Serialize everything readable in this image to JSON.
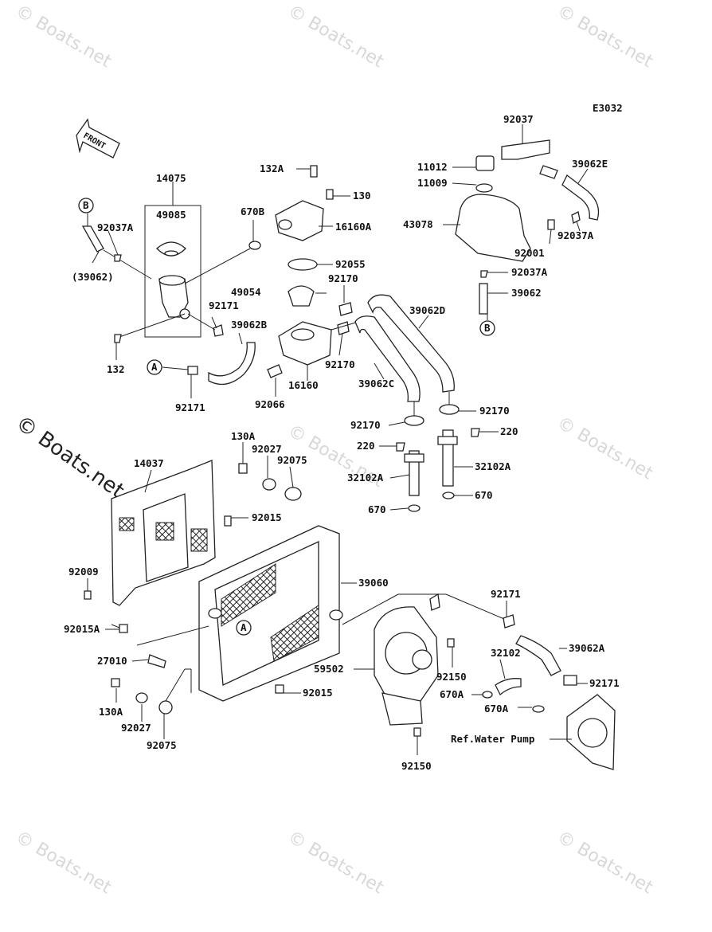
{
  "diagram_code": "E3032",
  "front_label": "FRONT",
  "watermark": "© Boats.net",
  "circle_markers": {
    "a": "A",
    "b": "B"
  },
  "parts": {
    "p14075": "14075",
    "p49085": "49085",
    "p670b": "670B",
    "p132a": "132A",
    "p130": "130",
    "p16160a": "16160A",
    "p92055": "92055",
    "p92037a_1": "92037A",
    "p39062_paren": "(39062)",
    "p49054": "49054",
    "p92170_1": "92170",
    "p92171_1": "92171",
    "p39062b": "39062B",
    "p132": "132",
    "p92171_2": "92171",
    "p92066": "92066",
    "p16160": "16160",
    "p92170_2": "92170",
    "p39062c": "39062C",
    "p39062d": "39062D",
    "p92037": "92037",
    "p11012": "11012",
    "p11009": "11009",
    "p39062e": "39062E",
    "p43078": "43078",
    "p92037a_2": "92037A",
    "p92001": "92001",
    "p92037a_3": "92037A",
    "p39062": "39062",
    "p92170_3": "92170",
    "p92170_4": "92170",
    "p220_1": "220",
    "p220_2": "220",
    "p32102a_1": "32102A",
    "p32102a_2": "32102A",
    "p670_1": "670",
    "p670_2": "670",
    "p130a_1": "130A",
    "p92027_1": "92027",
    "p92075_1": "92075",
    "p14037": "14037",
    "p92015_1": "92015",
    "p92009": "92009",
    "p39060": "39060",
    "p92015a": "92015A",
    "p92171_3": "92171",
    "p39062a": "39062A",
    "p27010": "27010",
    "p59502": "59502",
    "p92150_1": "92150",
    "p32102": "32102",
    "p92171_4": "92171",
    "p130a_2": "130A",
    "p92015_2": "92015",
    "p670a_1": "670A",
    "p670a_2": "670A",
    "p92027_2": "92027",
    "p92075_2": "92075",
    "ref_water_pump": "Ref.Water Pump",
    "p92150_2": "92150"
  }
}
